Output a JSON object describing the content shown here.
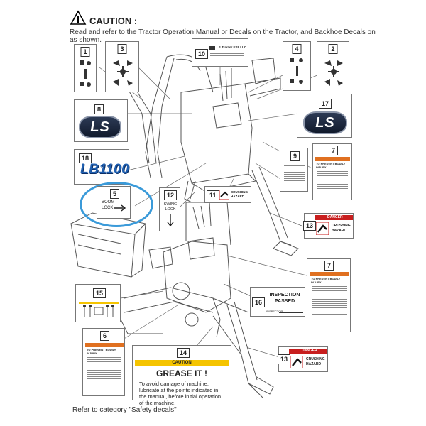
{
  "header": {
    "caution_title": "CAUTION :",
    "caution_text": "Read and refer to the Tractor Operation Manual or Decals on the Tractor, and Backhoe Decals on as shown."
  },
  "footer": {
    "note": "Refer to category \"Safety decals\""
  },
  "decals": {
    "d1": {
      "num": "1"
    },
    "d2": {
      "num": "2"
    },
    "d3": {
      "num": "3"
    },
    "d4": {
      "num": "4"
    },
    "d5": {
      "num": "5",
      "text": "BOOM LOCK"
    },
    "d6": {
      "num": "6",
      "heading": "TO PREVENT BODILY INJURY"
    },
    "d7a": {
      "num": "7",
      "heading": "TO PREVENT BODILY INJURY"
    },
    "d7b": {
      "num": "7",
      "heading": "TO PREVENT BODILY INJURY"
    },
    "d8": {
      "num": "8",
      "logo": "LS"
    },
    "d9": {
      "num": "9"
    },
    "d10": {
      "num": "10",
      "text": "LS Tractor ES8 LLC"
    },
    "d11": {
      "num": "11",
      "text": "CRUSHING HAZARD"
    },
    "d12": {
      "num": "12",
      "text": "SWING LOCK"
    },
    "d13a": {
      "num": "13",
      "head": "DANGER",
      "text": "CRUSHING HAZARD"
    },
    "d13b": {
      "num": "13",
      "head": "DANGER",
      "text": "CRUSHING HAZARD"
    },
    "d14": {
      "num": "14",
      "head": "CAUTION",
      "title": "GREASE IT !",
      "body": "To avoid damage of machine, lubricate at the points indicated in the manual, before initial operation of the machine."
    },
    "d15": {
      "num": "15"
    },
    "d16": {
      "num": "16",
      "text": "INSPECTION PASSED",
      "line": "INSPECTOR"
    },
    "d17": {
      "num": "17",
      "logo": "LS"
    },
    "d18": {
      "num": "18",
      "logo": "LB1100"
    }
  },
  "colors": {
    "highlight": "#3a9ad9",
    "danger": "#c81e1e",
    "warning": "#e07020",
    "caution_yellow": "#f5c400",
    "logo_blue": "#1f5fb0"
  }
}
